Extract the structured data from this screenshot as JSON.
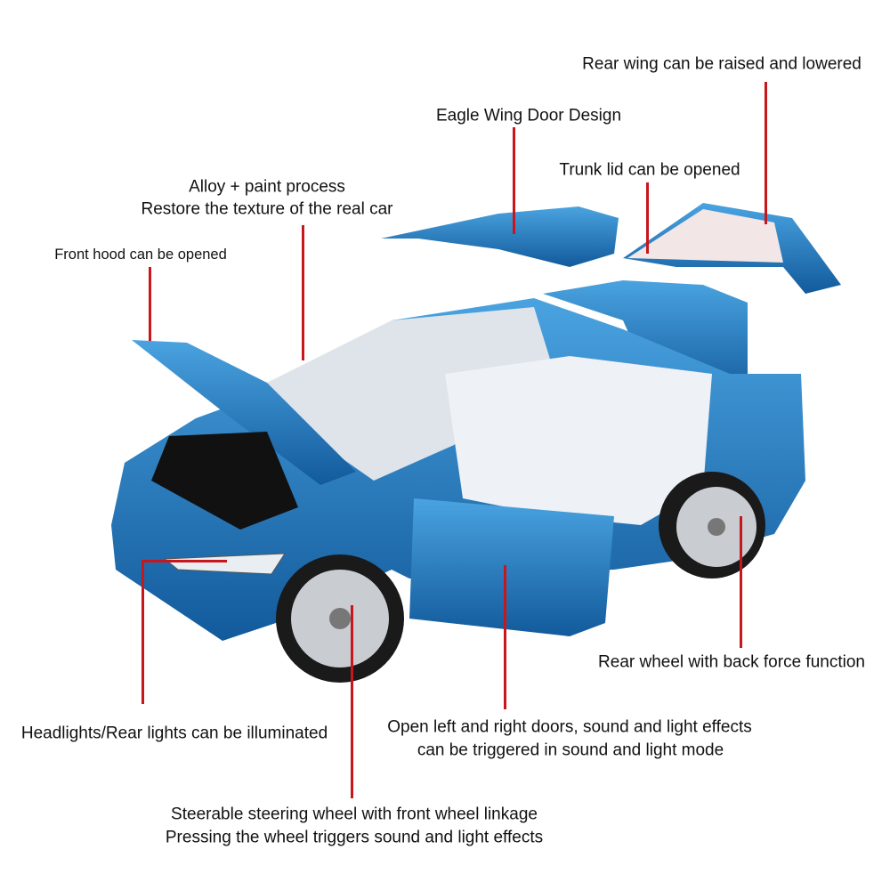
{
  "colors": {
    "callout_line": "#c8161d",
    "car_body": "#1f78c1",
    "interior": "#eef1f5"
  },
  "callouts": {
    "rear_wing": "Rear wing can be raised and lowered",
    "eagle_wing": "Eagle Wing Door Design",
    "trunk_lid": "Trunk lid can be opened",
    "alloy_line1": "Alloy + paint process",
    "alloy_line2": "Restore the texture of the real car",
    "front_hood": "Front hood can be opened",
    "rear_wheel": "Rear wheel with back force function",
    "headlights": "Headlights/Rear lights can be illuminated",
    "doors_line1": "Open left and right doors, sound and light effects",
    "doors_line2": "can be triggered in sound and light mode",
    "steering_line1": "Steerable steering wheel with front wheel linkage",
    "steering_line2": "Pressing the wheel triggers sound and light effects"
  }
}
